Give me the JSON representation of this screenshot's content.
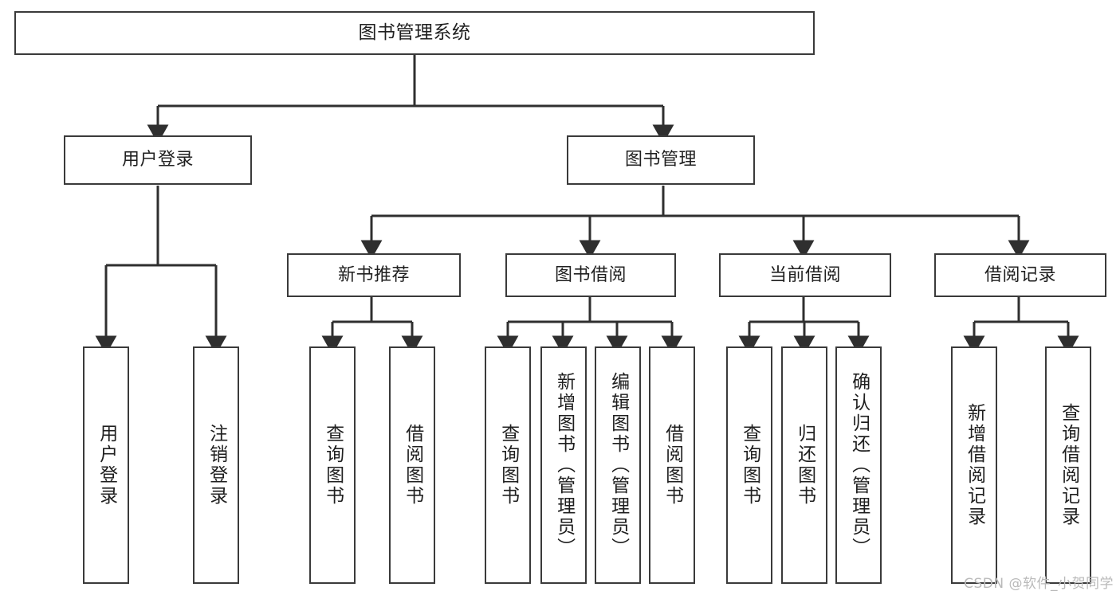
{
  "diagram": {
    "title": "图书管理系统",
    "type": "tree",
    "watermark": "CSDN @软件_小贺同学",
    "colors": {
      "box_border": "#3a3a3a",
      "box_fill": "#ffffff",
      "edge": "#2f2f2f",
      "text": "#1f1f1f",
      "watermark": "#b9b9b9"
    },
    "levels": {
      "level0": [
        {
          "id": "root",
          "label": "图书管理系统",
          "orientation": "horizontal"
        }
      ],
      "level1": [
        {
          "id": "login",
          "label": "用户登录",
          "orientation": "horizontal",
          "parent": "root"
        },
        {
          "id": "bookmgmt",
          "label": "图书管理",
          "orientation": "horizontal",
          "parent": "root"
        }
      ],
      "level2": [
        {
          "id": "newbook",
          "label": "新书推荐",
          "orientation": "horizontal",
          "parent": "bookmgmt"
        },
        {
          "id": "borrow",
          "label": "图书借阅",
          "orientation": "horizontal",
          "parent": "bookmgmt"
        },
        {
          "id": "current",
          "label": "当前借阅",
          "orientation": "horizontal",
          "parent": "bookmgmt"
        },
        {
          "id": "record",
          "label": "借阅记录",
          "orientation": "horizontal",
          "parent": "bookmgmt"
        }
      ],
      "level3": [
        {
          "id": "leaf1",
          "label": "用户登录",
          "orientation": "vertical",
          "parent": "login"
        },
        {
          "id": "leaf2",
          "label": "注销登录",
          "orientation": "vertical",
          "parent": "login"
        },
        {
          "id": "leaf3",
          "label": "查询图书",
          "orientation": "vertical",
          "parent": "newbook"
        },
        {
          "id": "leaf4",
          "label": "借阅图书",
          "orientation": "vertical",
          "parent": "newbook"
        },
        {
          "id": "leaf5",
          "label": "查询图书",
          "orientation": "vertical",
          "parent": "borrow"
        },
        {
          "id": "leaf6",
          "label": "新增图书（管理员）",
          "orientation": "vertical",
          "parent": "borrow"
        },
        {
          "id": "leaf7",
          "label": "编辑图书（管理员）",
          "orientation": "vertical",
          "parent": "borrow"
        },
        {
          "id": "leaf8",
          "label": "借阅图书",
          "orientation": "vertical",
          "parent": "borrow"
        },
        {
          "id": "leaf9",
          "label": "查询图书",
          "orientation": "vertical",
          "parent": "current"
        },
        {
          "id": "leaf10",
          "label": "归还图书",
          "orientation": "vertical",
          "parent": "current"
        },
        {
          "id": "leaf11",
          "label": "确认归还（管理员）",
          "orientation": "vertical",
          "parent": "current"
        },
        {
          "id": "leaf12",
          "label": "新增借阅记录",
          "orientation": "vertical",
          "parent": "record"
        },
        {
          "id": "leaf13",
          "label": "查询借阅记录",
          "orientation": "vertical",
          "parent": "record"
        }
      ]
    }
  }
}
